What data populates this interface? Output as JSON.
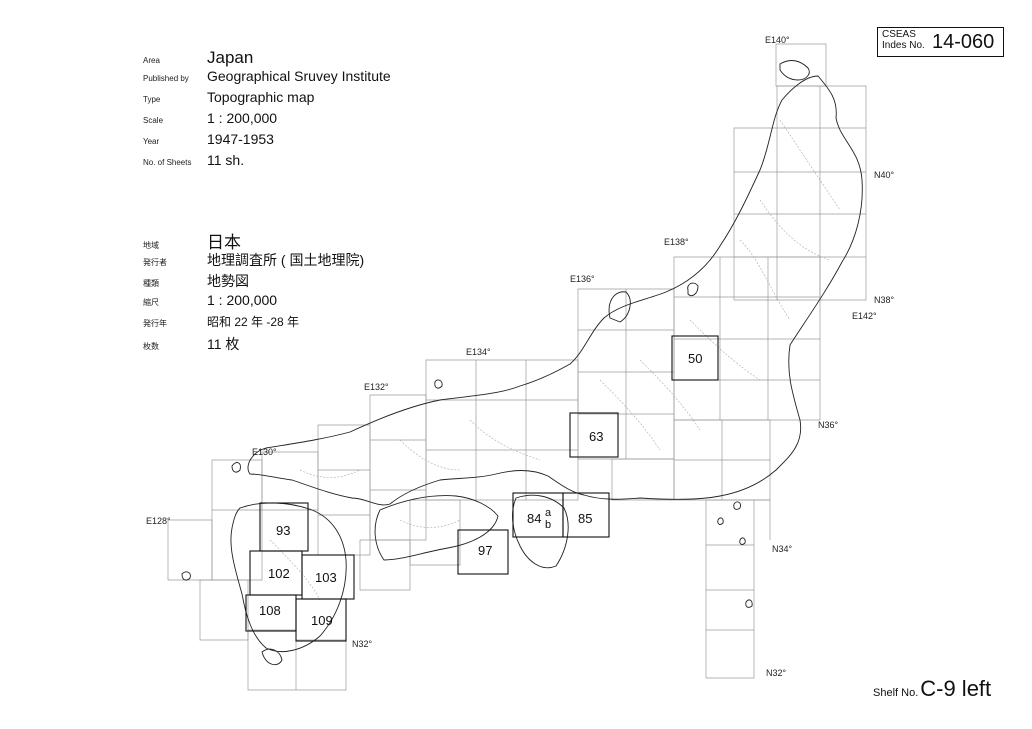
{
  "english_info": [
    {
      "label": "Area",
      "value": "Japan"
    },
    {
      "label": "Published by",
      "value": "Geographical Sruvey Institute"
    },
    {
      "label": "Type",
      "value": "Topographic  map"
    },
    {
      "label": "Scale",
      "value": "1 : 200,000"
    },
    {
      "label": "Year",
      "value": "1947-1953"
    },
    {
      "label": "No. of Sheets",
      "value": "11  sh."
    }
  ],
  "japanese_info": [
    {
      "label": "地域",
      "value": "日本"
    },
    {
      "label": "発行者",
      "value": "地理調査所 ( 国土地理院)"
    },
    {
      "label": "種類",
      "value": "地勢図"
    },
    {
      "label": "縮尺",
      "value": "1 : 200,000"
    },
    {
      "label": "発行年",
      "value": "昭和 22 年 -28 年"
    },
    {
      "label": "枚数",
      "value": "11 枚"
    }
  ],
  "index": {
    "line1": "CSEAS",
    "line2": "Indes No.",
    "number": "14-060"
  },
  "shelf": {
    "label": "Shelf No.",
    "number": "C-9 left"
  },
  "coord_labels": {
    "e128": "E128°",
    "e130": "E130°",
    "e132": "E132°",
    "e134": "E134°",
    "e136": "E136°",
    "e138": "E138°",
    "e140": "E140°",
    "e142": "E142°",
    "n32a": "N32°",
    "n32b": "N32°",
    "n34": "N34°",
    "n36": "N36°",
    "n38": "N38°",
    "n40": "N40°"
  },
  "sheets": {
    "s50": "50",
    "s63": "63",
    "s84": "84",
    "s84a": "a",
    "s84b": "b",
    "s85": "85",
    "s93": "93",
    "s97": "97",
    "s102": "102",
    "s103": "103",
    "s108": "108",
    "s109": "109"
  }
}
